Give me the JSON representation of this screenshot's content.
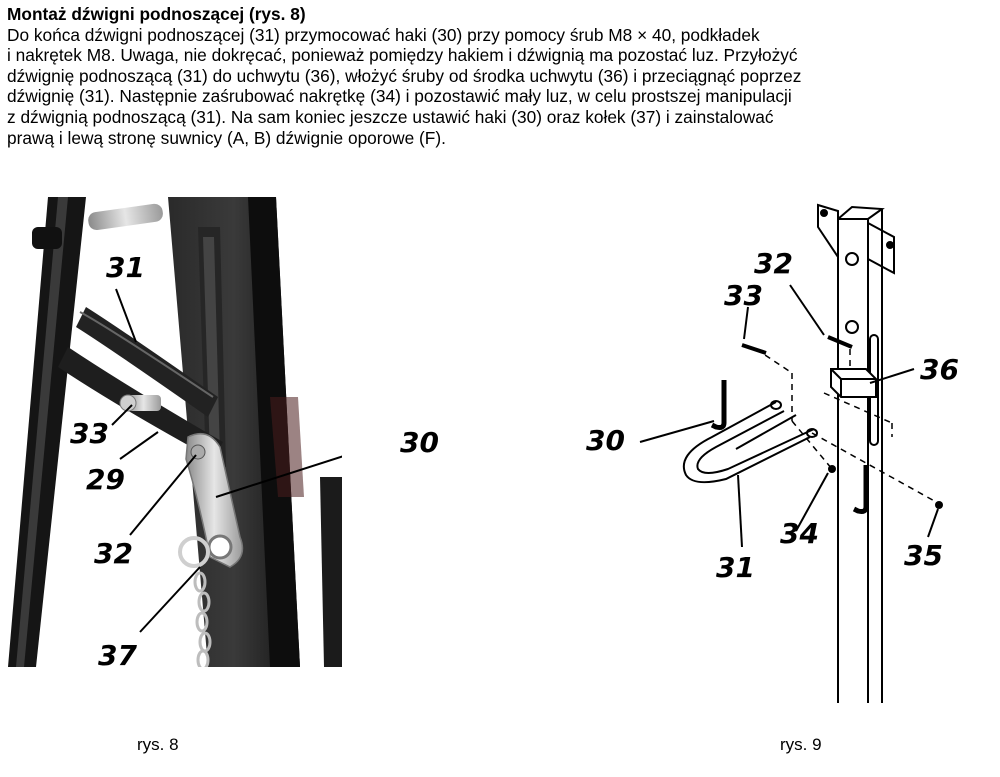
{
  "heading": "Montaż dźwigni podnoszącej (rys. 8)",
  "paragraph_lines": [
    "Do końca dźwigni podnoszącej (31) przymocować haki (30) przy pomocy śrub M8 × 40, podkładek",
    "i nakrętek M8. Uwaga, nie dokręcać, ponieważ pomiędzy hakiem i dźwignią ma pozostać luz. Przyłożyć",
    "dźwignię podnoszącą (31) do uchwytu (36), włożyć śruby od środka uchwytu (36) i przeciągnąć poprzez",
    "dźwignię (31). Następnie zaśrubować nakrętkę (34) i pozostawić mały luz, w celu prostszej manipulacji",
    "z dźwignią podnoszącą (31). Na sam koniec jeszcze ustawić haki (30) oraz kołek (37) i zainstalować",
    "prawą i lewą stronę suwnicy (A, B) dźwignie oporowe (F)."
  ],
  "figure8": {
    "caption": "rys. 8",
    "labels": {
      "l31": "31",
      "l33": "33",
      "l29": "29",
      "l30": "30",
      "l32": "32",
      "l37": "37"
    }
  },
  "figure9": {
    "caption": "rys. 9",
    "labels": {
      "l32": "32",
      "l33": "33",
      "l36": "36",
      "l30": "30",
      "l34": "34",
      "l31": "31",
      "l35": "35"
    }
  }
}
